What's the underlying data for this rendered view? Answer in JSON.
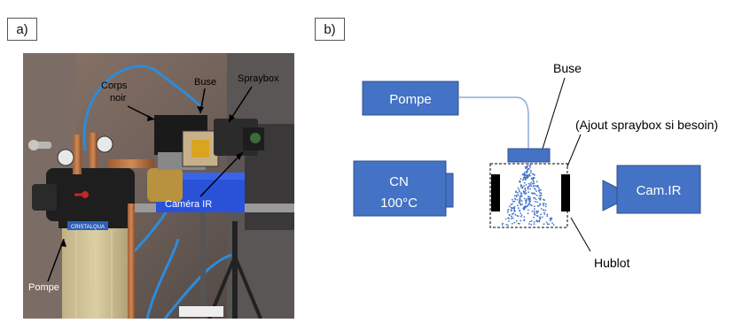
{
  "panels": {
    "a": "a)",
    "b": "b)"
  },
  "photo": {
    "labels": {
      "corps_noir": "Corps\nnoir",
      "buse": "Buse",
      "spraybox": "Spraybox",
      "camera_ir": "Caméra IR",
      "pompe": "Pompe",
      "pump_brand": "CRISTALQUA"
    }
  },
  "diagram": {
    "pompe": "Pompe",
    "buse": "Buse",
    "spraybox_note": "(Ajout spraybox si besoin)",
    "cn_line1": "CN",
    "cn_line2": "100°C",
    "cam": "Cam.IR",
    "hublot": "Hublot"
  },
  "colors": {
    "box_fill": "#4472C4",
    "box_stroke": "#2F528F",
    "pipe": "#8FAADC",
    "photo_blue_tube": "#2E8BD8",
    "photo_sprayblock": "#2952D9"
  }
}
